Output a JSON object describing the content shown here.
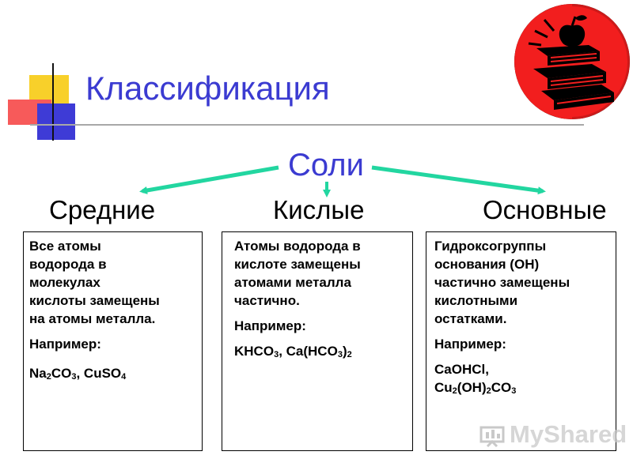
{
  "title": "Классификация",
  "center_label": "Соли",
  "categories": [
    "Средние",
    "Кислые",
    "Основные"
  ],
  "boxes": [
    {
      "lines": [
        "Все атомы",
        "водорода в",
        "молекулах",
        "кислоты замещены",
        "на атомы металла."
      ],
      "example_label": "Например:",
      "formulas": [
        [
          {
            "t": "Na"
          },
          {
            "s": "2"
          },
          {
            "t": "CO"
          },
          {
            "s": "3"
          },
          {
            "t": ",  CuSO"
          },
          {
            "s": "4"
          }
        ]
      ]
    },
    {
      "lines": [
        "Атомы водорода в",
        "кислоте замещены",
        "атомами металла",
        "частично."
      ],
      "example_label": "Например:",
      "formulas": [
        [
          {
            "t": "KHCO"
          },
          {
            "s": "3"
          },
          {
            "t": ", Ca(HCO"
          },
          {
            "s": "3"
          },
          {
            "t": ")"
          },
          {
            "s": "2"
          }
        ]
      ]
    },
    {
      "lines": [
        "Гидроксогруппы",
        "основания (OH)",
        "частично замещены",
        "кислотными",
        "остатками."
      ],
      "example_label": "Например:",
      "formulas": [
        [
          {
            "t": " CaOHCl,"
          }
        ],
        [
          {
            "t": "Cu"
          },
          {
            "s": "2"
          },
          {
            "t": "(OH)"
          },
          {
            "s": "2"
          },
          {
            "t": "CO"
          },
          {
            "s": "3"
          }
        ]
      ]
    }
  ],
  "watermark": "MyShared",
  "colors": {
    "title": "#3b3bd1",
    "arrow": "#22d6a0",
    "logo_red": "#f21e1e"
  },
  "icons": [
    "books-apple-logo-icon",
    "watermark-projector-icon"
  ]
}
